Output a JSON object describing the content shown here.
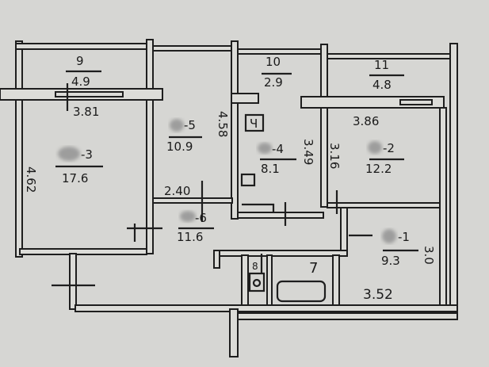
{
  "rooms": [
    {
      "id": "9",
      "number": "9",
      "area": "4.9"
    },
    {
      "id": "3",
      "number": "-3",
      "area": "17.6"
    },
    {
      "id": "5",
      "number": "-5",
      "area": "10.9"
    },
    {
      "id": "6",
      "number": "-6",
      "area": "11.6"
    },
    {
      "id": "10",
      "number": "10",
      "area": "2.9"
    },
    {
      "id": "4",
      "number": "-4",
      "area": "8.1"
    },
    {
      "id": "11",
      "number": "11",
      "area": "4.8"
    },
    {
      "id": "2",
      "number": "-2",
      "area": "12.2"
    },
    {
      "id": "1",
      "number": "-1",
      "area": "9.3"
    },
    {
      "id": "7",
      "number": "7"
    },
    {
      "id": "8",
      "number": "8"
    }
  ],
  "dimensions": {
    "d1": "3.81",
    "d2": "4.62",
    "d3": "4.58",
    "d4": "2.40",
    "d5": "3.49",
    "d6": "3.16",
    "d7": "3.86",
    "d8": "3.0",
    "d9": "3.52"
  },
  "kitchen_mark": "Ч"
}
